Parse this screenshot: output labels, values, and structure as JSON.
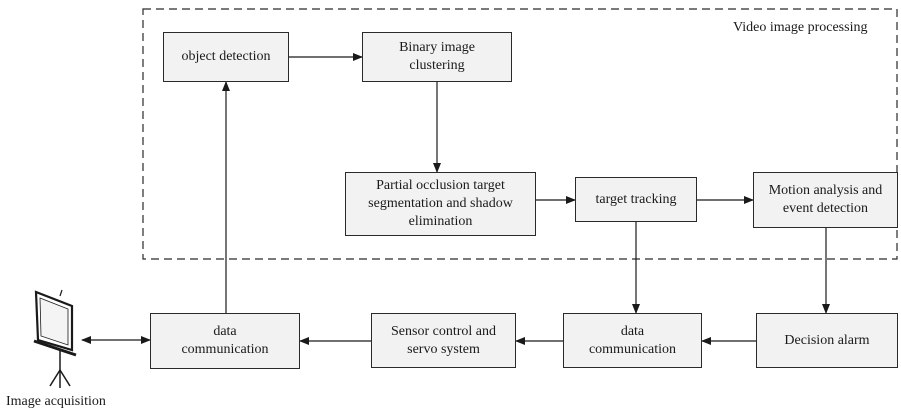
{
  "region_label": "Video image processing",
  "device_label": "Image acquisition",
  "icon": "projector-screen-icon",
  "nodes": {
    "object_detection": "object detection",
    "binary_clustering": "Binary image\nclustering",
    "occlusion_segmentation": "Partial occlusion target\nsegmentation and shadow\nelimination",
    "target_tracking": "target tracking",
    "motion_analysis": "Motion analysis and\nevent detection",
    "data_comm_left": "data\ncommunication",
    "sensor_control": "Sensor control and\nservo system",
    "data_comm_mid": "data\ncommunication",
    "decision_alarm": "Decision alarm"
  },
  "edges": [
    [
      "object_detection",
      "binary_clustering"
    ],
    [
      "binary_clustering",
      "occlusion_segmentation"
    ],
    [
      "occlusion_segmentation",
      "target_tracking"
    ],
    [
      "target_tracking",
      "motion_analysis"
    ],
    [
      "target_tracking",
      "data_comm_mid"
    ],
    [
      "motion_analysis",
      "decision_alarm"
    ],
    [
      "decision_alarm",
      "data_comm_mid"
    ],
    [
      "data_comm_mid",
      "sensor_control"
    ],
    [
      "sensor_control",
      "data_comm_left"
    ],
    [
      "data_comm_left",
      "object_detection"
    ],
    [
      "device",
      "data_comm_left",
      "both"
    ]
  ]
}
